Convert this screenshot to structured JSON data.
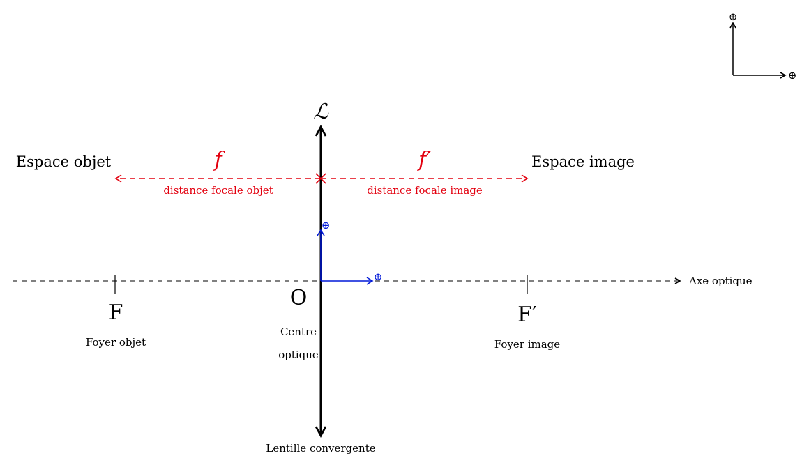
{
  "orientation": {
    "x_sign": "⊕",
    "y_sign": "⊕"
  },
  "lens": {
    "symbol": "ℒ",
    "caption": "Lentille convergente"
  },
  "spaces": {
    "object": "Espace objet",
    "image": "Espace image"
  },
  "focal": {
    "object_symbol": "f",
    "object_caption": "distance focale objet",
    "image_symbol": "f′",
    "image_caption": "distance focale image"
  },
  "axis": {
    "label": "Axe optique"
  },
  "points": {
    "F": {
      "name": "F",
      "caption": "Foyer objet"
    },
    "O": {
      "name": "O",
      "caption_line1": "Centre",
      "caption_line2": "optique"
    },
    "Fp": {
      "name": "F′",
      "caption": "Foyer image"
    }
  },
  "local_frame": {
    "x_sign": "⊕",
    "y_sign": "⊕"
  },
  "colors": {
    "black": "#000000",
    "red": "#e3000f",
    "blue": "#0018d8"
  }
}
